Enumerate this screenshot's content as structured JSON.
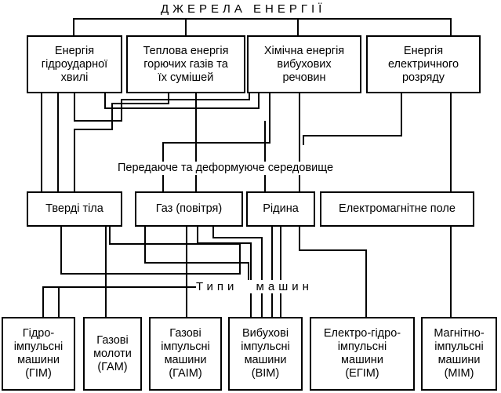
{
  "header": {
    "title": "ДЖЕРЕЛА ЕНЕРГІЇ"
  },
  "middle": {
    "title": "Передаюче та деформуюче середовище"
  },
  "bottom": {
    "title": "Типи машин"
  },
  "sources": [
    "Енергія\nгідроударної\nхвилі",
    "Теплова енергія\nгорючих газів та\nїх сумішей",
    "Хімічна енергія\nвибухових\nречовин",
    "Енергія\nелектричного\nрозряду"
  ],
  "media": [
    "Тверді тіла",
    "Газ (повітря)",
    "Рідина",
    "Електромагнітне поле"
  ],
  "machines": [
    "Гідро-\nімпульсні\nмашини\n(ГІМ)",
    "Газові\nмолоти\n(ГАМ)",
    "Газові\nімпульсні\nмашини\n(ГАІМ)",
    "Вибухові\nімпульсні\nмашини\n(ВІМ)",
    "Електро-гідро-\nімпульсні\nмашини\n(ЕГІМ)",
    "Магнітно-\nімпульсні\nмашини\n(МІМ)"
  ],
  "colors": {
    "line": "#000000",
    "background": "#ffffff"
  }
}
